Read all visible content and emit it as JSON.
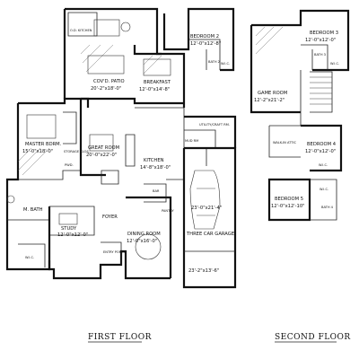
{
  "first_floor": {
    "title": "FIRST FLOOR",
    "rooms": {
      "cov_patio": "COV'D. PATIO",
      "cov_patio_dim": "20'-2\"x18'-0\"",
      "outdoor_kitchen": "O.D. KITCHEN",
      "breakfast": "BREAKFAST",
      "breakfast_dim": "12'-0\"x14'-8\"",
      "master": "MASTER BDRM.",
      "master_dim": "15'-0\"x18'-0\"",
      "storage": "STORAGE CLOS.",
      "great_room": "GREAT ROOM",
      "great_room_dim": "20'-0\"x22'-0\"",
      "kitchen": "KITCHEN",
      "kitchen_dim": "14'-8\"x18'-0\"",
      "mud_rm": "MUD RM",
      "utility": "UTILITY/CRAFT RM.",
      "pwdr": "PWD.",
      "bath": "M. BATH",
      "wic": "W.I.C.",
      "study": "STUDY",
      "study_dim": "12'-0\"x12'-0\"",
      "foyer": "FOYER",
      "dining": "DINING ROOM",
      "dining_dim": "12'-0\"x16'-0\"",
      "entry": "ENTRY PORCH",
      "bar": "BAR",
      "pantry": "PANTRY",
      "garage": "THREE CAR GARAGE",
      "garage_dim_top": "23'-0\"x21'-4\"",
      "garage_dim_bottom": "23'-2\"x13'-6\""
    }
  },
  "second_floor": {
    "title": "SECOND FLOOR",
    "rooms": {
      "bed2": "BEDROOM 2",
      "bed2_dim": "12'-0\"x12'-8\"",
      "bath2": "BATH 2",
      "wic2": "W.I.C.",
      "bed3": "BEDROOM 3",
      "bed3_dim": "12'-0\"x12'-0\"",
      "bath3": "BATH 3",
      "wic3": "W.I.C.",
      "game": "GAME ROOM",
      "game_dim": "12'-2\"x21'-2\"",
      "walkin_attic": "WALK-IN ATTIC",
      "bed4": "BEDROOM 4",
      "bed4_dim": "12'-0\"x12'-0\"",
      "wic4": "W.I.C.",
      "bed5": "BEDROOM 5",
      "bed5_dim": "12'-0\"x12'-10\"",
      "wic5": "W.I.C.",
      "bath4": "BATH 4"
    }
  }
}
